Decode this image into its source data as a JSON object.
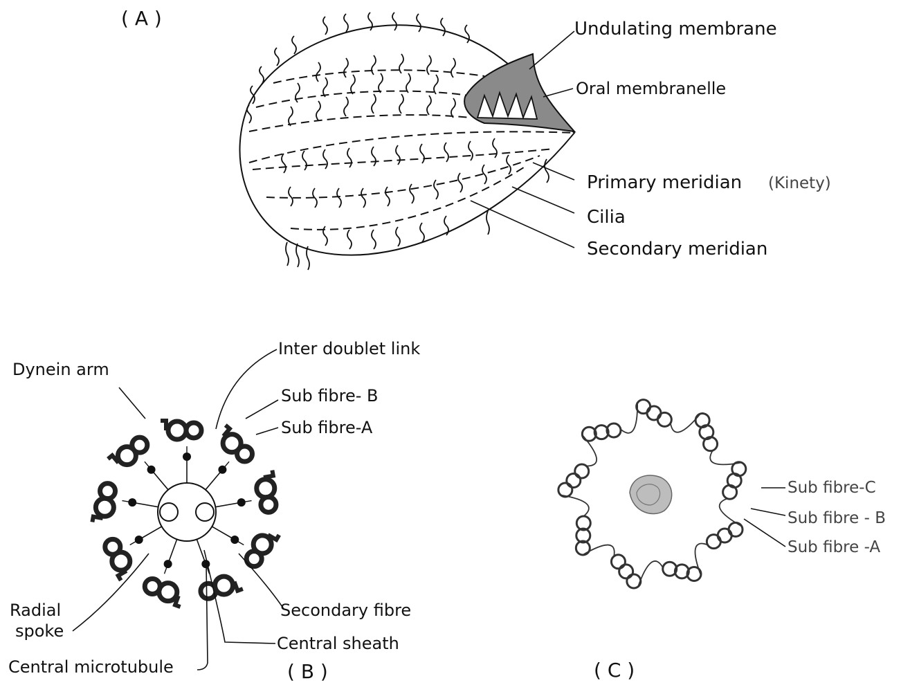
{
  "panel_a": {
    "tag": "( A )",
    "labels": {
      "undulating_membrane": "Undulating membrane",
      "oral_membranelle": "Oral membranelle",
      "primary_meridian": "Primary meridian",
      "primary_meridian_note": "(Kinety)",
      "cilia": "Cilia",
      "secondary_meridian": "Secondary meridian"
    }
  },
  "panel_b": {
    "tag": "( B )",
    "labels": {
      "inter_doublet_link": "Inter doublet link",
      "dynein_arm": "Dynein arm",
      "sub_fibre_b": "Sub fibre- B",
      "sub_fibre_a": "Sub fibre-A",
      "radial_spoke_1": "Radial",
      "radial_spoke_2": "spoke",
      "secondary_fibre": "Secondary fibre",
      "central_sheath": "Central sheath",
      "central_microtubule": "Central microtubule"
    }
  },
  "panel_c": {
    "tag": "( C )",
    "labels": {
      "sub_fibre_c": "Sub fibre-C",
      "sub_fibre_b": "Sub fibre - B",
      "sub_fibre_a": "Sub fibre -A"
    }
  }
}
